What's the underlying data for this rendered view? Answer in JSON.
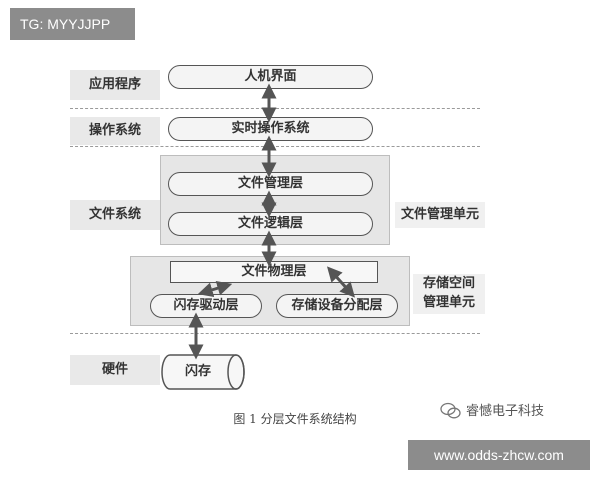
{
  "top_tag": "TG: MYYJJPP",
  "layers": {
    "application": "应用程序",
    "os": "操作系统",
    "filesystem": "文件系统",
    "hardware": "硬件"
  },
  "boxes": {
    "hmi": "人机界面",
    "rtos": "实时操作系统",
    "file_mgmt": "文件管理层",
    "file_logical": "文件逻辑层",
    "file_physical": "文件物理层",
    "flash_driver": "闪存驱动层",
    "storage_alloc": "存储设备分配层",
    "flash": "闪存"
  },
  "side_labels": {
    "file_mgmt_unit": "文件管理单元",
    "storage_mgmt_unit_line1": "存储空间",
    "storage_mgmt_unit_line2": "管理单元"
  },
  "caption": "图 1   分层文件系统结构",
  "watermark": "睿憾电子科技",
  "url": "www.odds-zhcw.com"
}
